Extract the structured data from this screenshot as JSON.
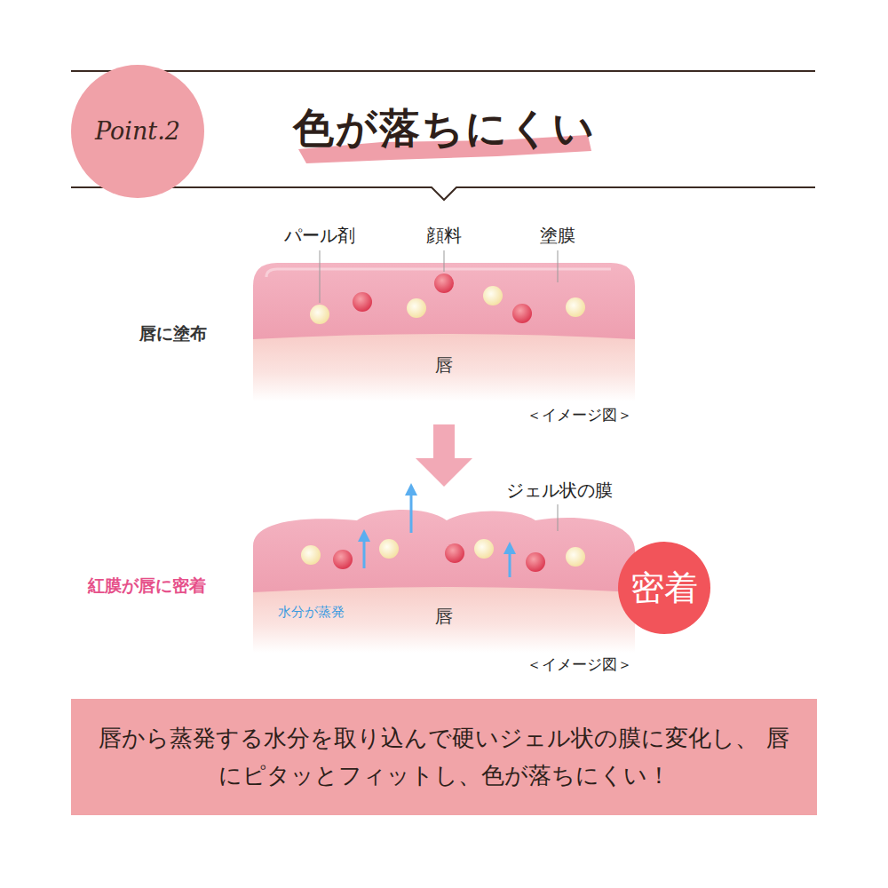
{
  "diagram": {
    "title": "色が落ちにくい",
    "nodes": [
      {
        "text": [
          "Point.2"
        ]
      },
      {
        "text": [
          "密着"
        ]
      },
      {
        "text": [
          "唇から蒸発する水分を取り込んで硬いジェル状の膜に変化し、 唇にピタッとフィットし、色が落ちにくい！"
        ]
      }
    ],
    "labels": [
      "パール剤",
      "顔料",
      "塗膜",
      "唇に塗布",
      "唇",
      "＜イメージ図＞",
      "ジェル状の膜",
      "紅膜が唇に密着",
      "水分が蒸発",
      "唇",
      "＜イメージ図＞"
    ]
  }
}
